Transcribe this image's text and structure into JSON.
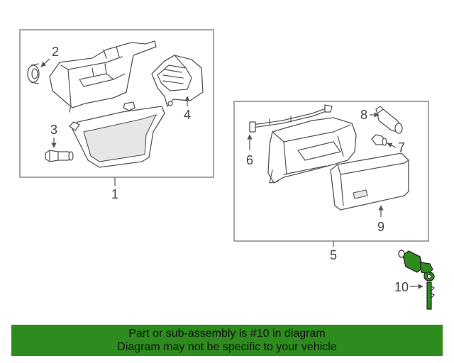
{
  "diagram": {
    "callouts": {
      "c1": "1",
      "c2": "2",
      "c3": "3",
      "c4": "4",
      "c5": "5",
      "c6": "6",
      "c7": "7",
      "c8": "8",
      "c9": "9",
      "c10": "10"
    },
    "highlight_color": "#2e8b1e"
  },
  "banner": {
    "line1": "Part or sub-assembly is #10 in diagram",
    "line2": "Diagram may not be specific to your vehicle",
    "background": "#2e8b1e"
  }
}
